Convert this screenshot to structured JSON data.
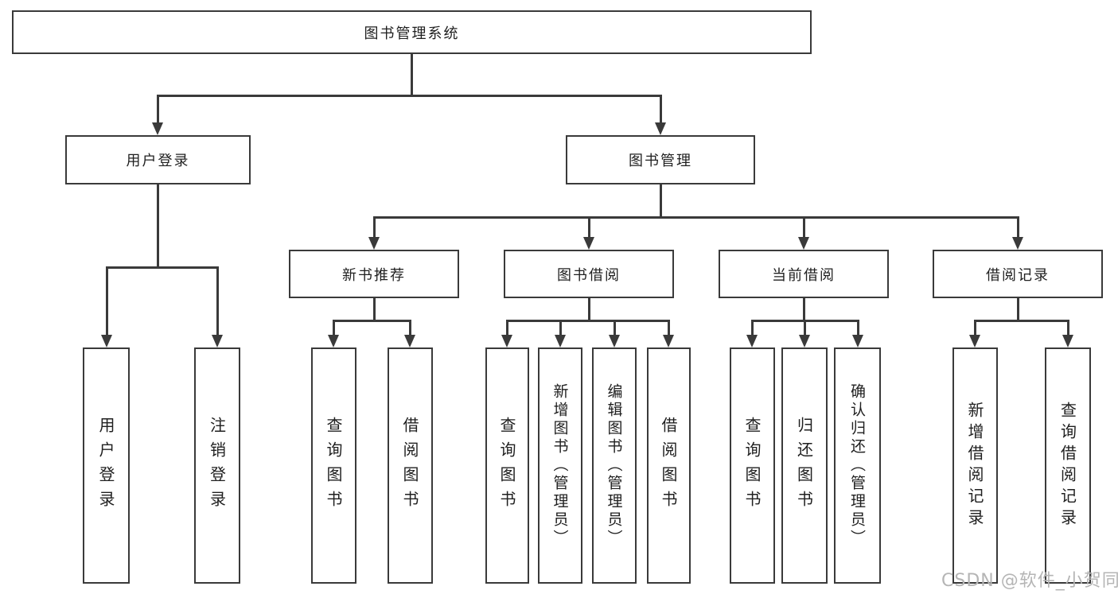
{
  "diagram": {
    "root": {
      "label": "图书管理系统"
    },
    "branches": [
      {
        "label": "用户登录",
        "children": [
          {
            "label": "用户登录"
          },
          {
            "label": "注销登录"
          }
        ]
      },
      {
        "label": "图书管理",
        "children": [
          {
            "label": "新书推荐",
            "children": [
              {
                "label": "查询图书"
              },
              {
                "label": "借阅图书"
              }
            ]
          },
          {
            "label": "图书借阅",
            "children": [
              {
                "label": "查询图书"
              },
              {
                "label": "新增图书（管理员）"
              },
              {
                "label": "编辑图书（管理员）"
              },
              {
                "label": "借阅图书"
              }
            ]
          },
          {
            "label": "当前借阅",
            "children": [
              {
                "label": "查询图书"
              },
              {
                "label": "归还图书"
              },
              {
                "label": "确认归还（管理员）"
              }
            ]
          },
          {
            "label": "借阅记录",
            "children": [
              {
                "label": "新增借阅记录"
              },
              {
                "label": "查询借阅记录"
              }
            ]
          }
        ]
      }
    ],
    "watermark": "CSDN @软件_小贺同学",
    "colors": {
      "line": "#3a3a3a",
      "text": "#1f1f1f",
      "watermark": "#b5b5b5",
      "background": "#ffffff"
    }
  }
}
